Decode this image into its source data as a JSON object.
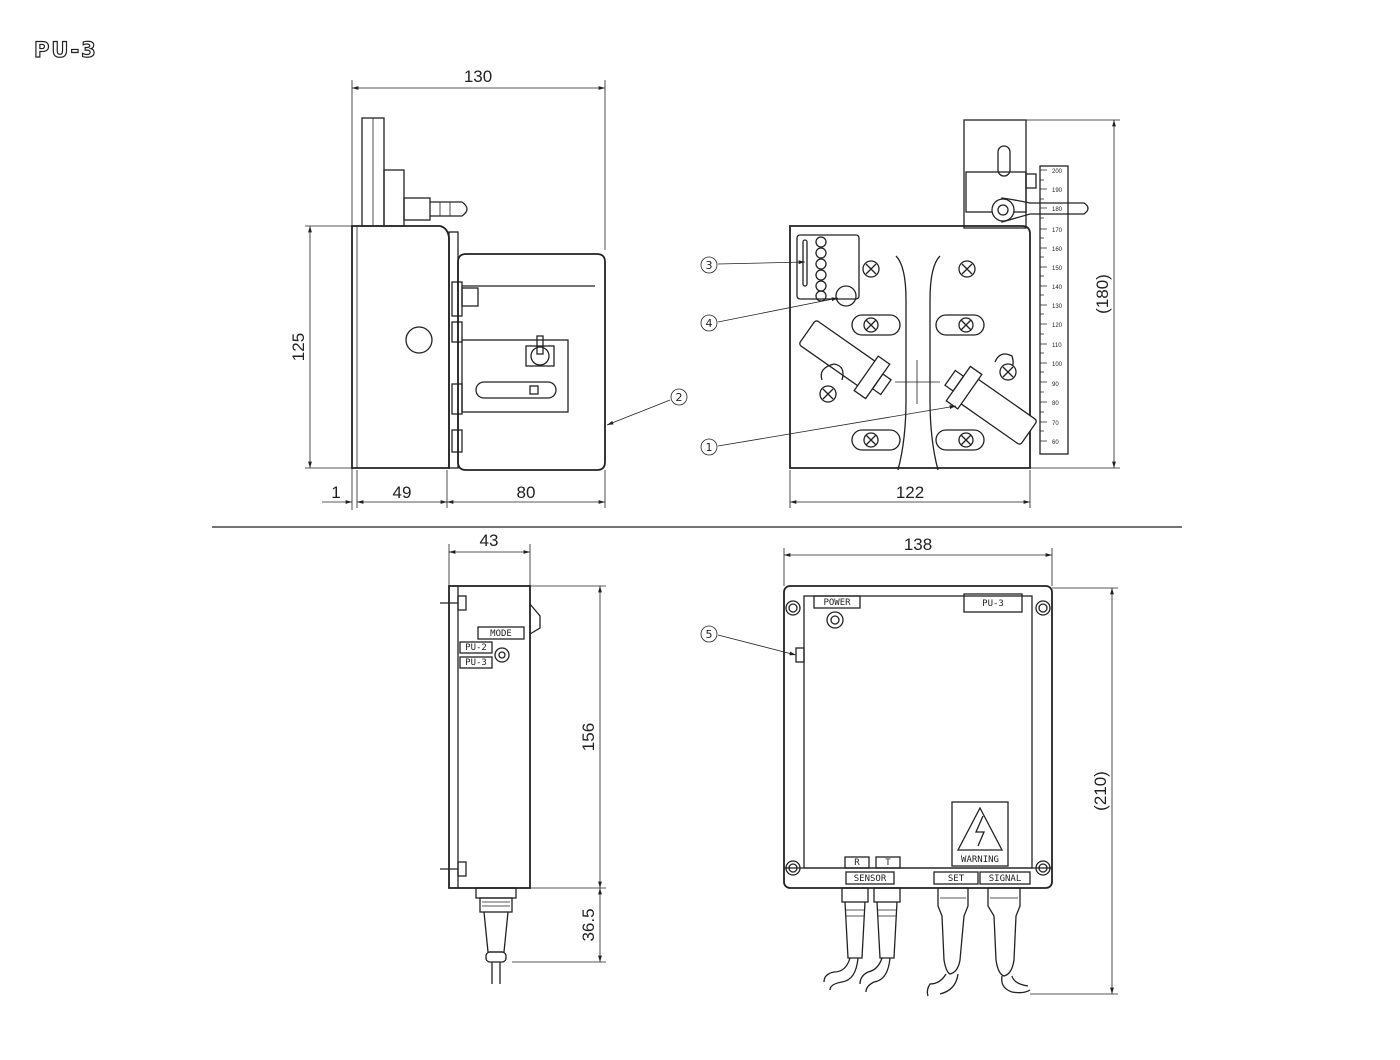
{
  "title": "PU-3",
  "dimensions": {
    "side_width": "130",
    "side_height": "125",
    "side_a": "1",
    "side_b": "49",
    "side_c": "80",
    "front_width": "122",
    "front_height": "(180)",
    "small_width": "43",
    "small_height": "156",
    "small_cable": "36.5",
    "back_width": "138",
    "back_height": "(210)"
  },
  "callouts": [
    "1",
    "2",
    "3",
    "4",
    "5"
  ],
  "labels": {
    "mode": "MODE",
    "pu2": "PU-2",
    "pu3": "PU-3",
    "power": "POWER",
    "model": "PU-3",
    "warning": "WARNING",
    "r": "R",
    "t": "T",
    "sensor": "SENSOR",
    "set": "SET",
    "signal": "SIGNAL"
  },
  "scale_ticks": [
    "200",
    "190",
    "180",
    "170",
    "160",
    "150",
    "140",
    "130",
    "120",
    "110",
    "100",
    "90",
    "80",
    "70",
    "60"
  ]
}
